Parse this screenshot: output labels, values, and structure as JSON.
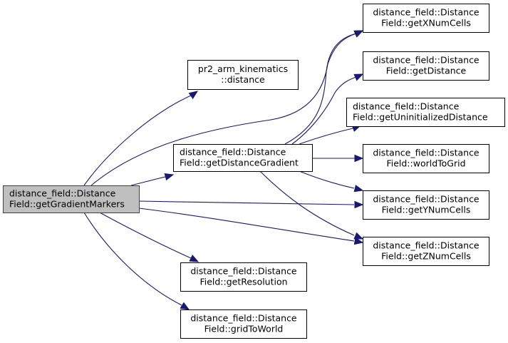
{
  "graph": {
    "type": "call-graph",
    "edge_color": "#191970",
    "root_fill": "#bfbfbf",
    "node_fill": "#ffffff",
    "nodes": [
      {
        "id": "getGradientMarkers",
        "lines": [
          "distance_field::Distance",
          "Field::getGradientMarkers"
        ],
        "align": "left",
        "root": true
      },
      {
        "id": "pr2Distance",
        "lines": [
          "pr2_arm_kinematics",
          "::distance"
        ],
        "align": "center",
        "root": false
      },
      {
        "id": "getDistanceGradient",
        "lines": [
          "distance_field::Distance",
          "Field::getDistanceGradient"
        ],
        "align": "left",
        "root": false
      },
      {
        "id": "getXNumCells",
        "lines": [
          "distance_field::Distance",
          "Field::getXNumCells"
        ],
        "align": "center",
        "root": false
      },
      {
        "id": "getDistance",
        "lines": [
          "distance_field::Distance",
          "Field::getDistance"
        ],
        "align": "center",
        "root": false
      },
      {
        "id": "getUninitializedDistance",
        "lines": [
          "distance_field::Distance",
          "Field::getUninitializedDistance"
        ],
        "align": "left",
        "root": false
      },
      {
        "id": "worldToGrid",
        "lines": [
          "distance_field::Distance",
          "Field::worldToGrid"
        ],
        "align": "center",
        "root": false
      },
      {
        "id": "getYNumCells",
        "lines": [
          "distance_field::Distance",
          "Field::getYNumCells"
        ],
        "align": "center",
        "root": false
      },
      {
        "id": "getZNumCells",
        "lines": [
          "distance_field::Distance",
          "Field::getZNumCells"
        ],
        "align": "center",
        "root": false
      },
      {
        "id": "getResolution",
        "lines": [
          "distance_field::Distance",
          "Field::getResolution"
        ],
        "align": "center",
        "root": false
      },
      {
        "id": "gridToWorld",
        "lines": [
          "distance_field::Distance",
          "Field::gridToWorld"
        ],
        "align": "center",
        "root": false
      }
    ],
    "edges": [
      {
        "from": "getGradientMarkers",
        "to": "pr2Distance"
      },
      {
        "from": "getGradientMarkers",
        "to": "getXNumCells"
      },
      {
        "from": "getGradientMarkers",
        "to": "getDistanceGradient"
      },
      {
        "from": "getGradientMarkers",
        "to": "getYNumCells"
      },
      {
        "from": "getGradientMarkers",
        "to": "getZNumCells"
      },
      {
        "from": "getGradientMarkers",
        "to": "getResolution"
      },
      {
        "from": "getGradientMarkers",
        "to": "gridToWorld"
      },
      {
        "from": "getDistanceGradient",
        "to": "getXNumCells"
      },
      {
        "from": "getDistanceGradient",
        "to": "getDistance"
      },
      {
        "from": "getDistanceGradient",
        "to": "getUninitializedDistance"
      },
      {
        "from": "getDistanceGradient",
        "to": "worldToGrid"
      },
      {
        "from": "getDistanceGradient",
        "to": "getYNumCells"
      },
      {
        "from": "getDistanceGradient",
        "to": "getZNumCells"
      }
    ]
  }
}
